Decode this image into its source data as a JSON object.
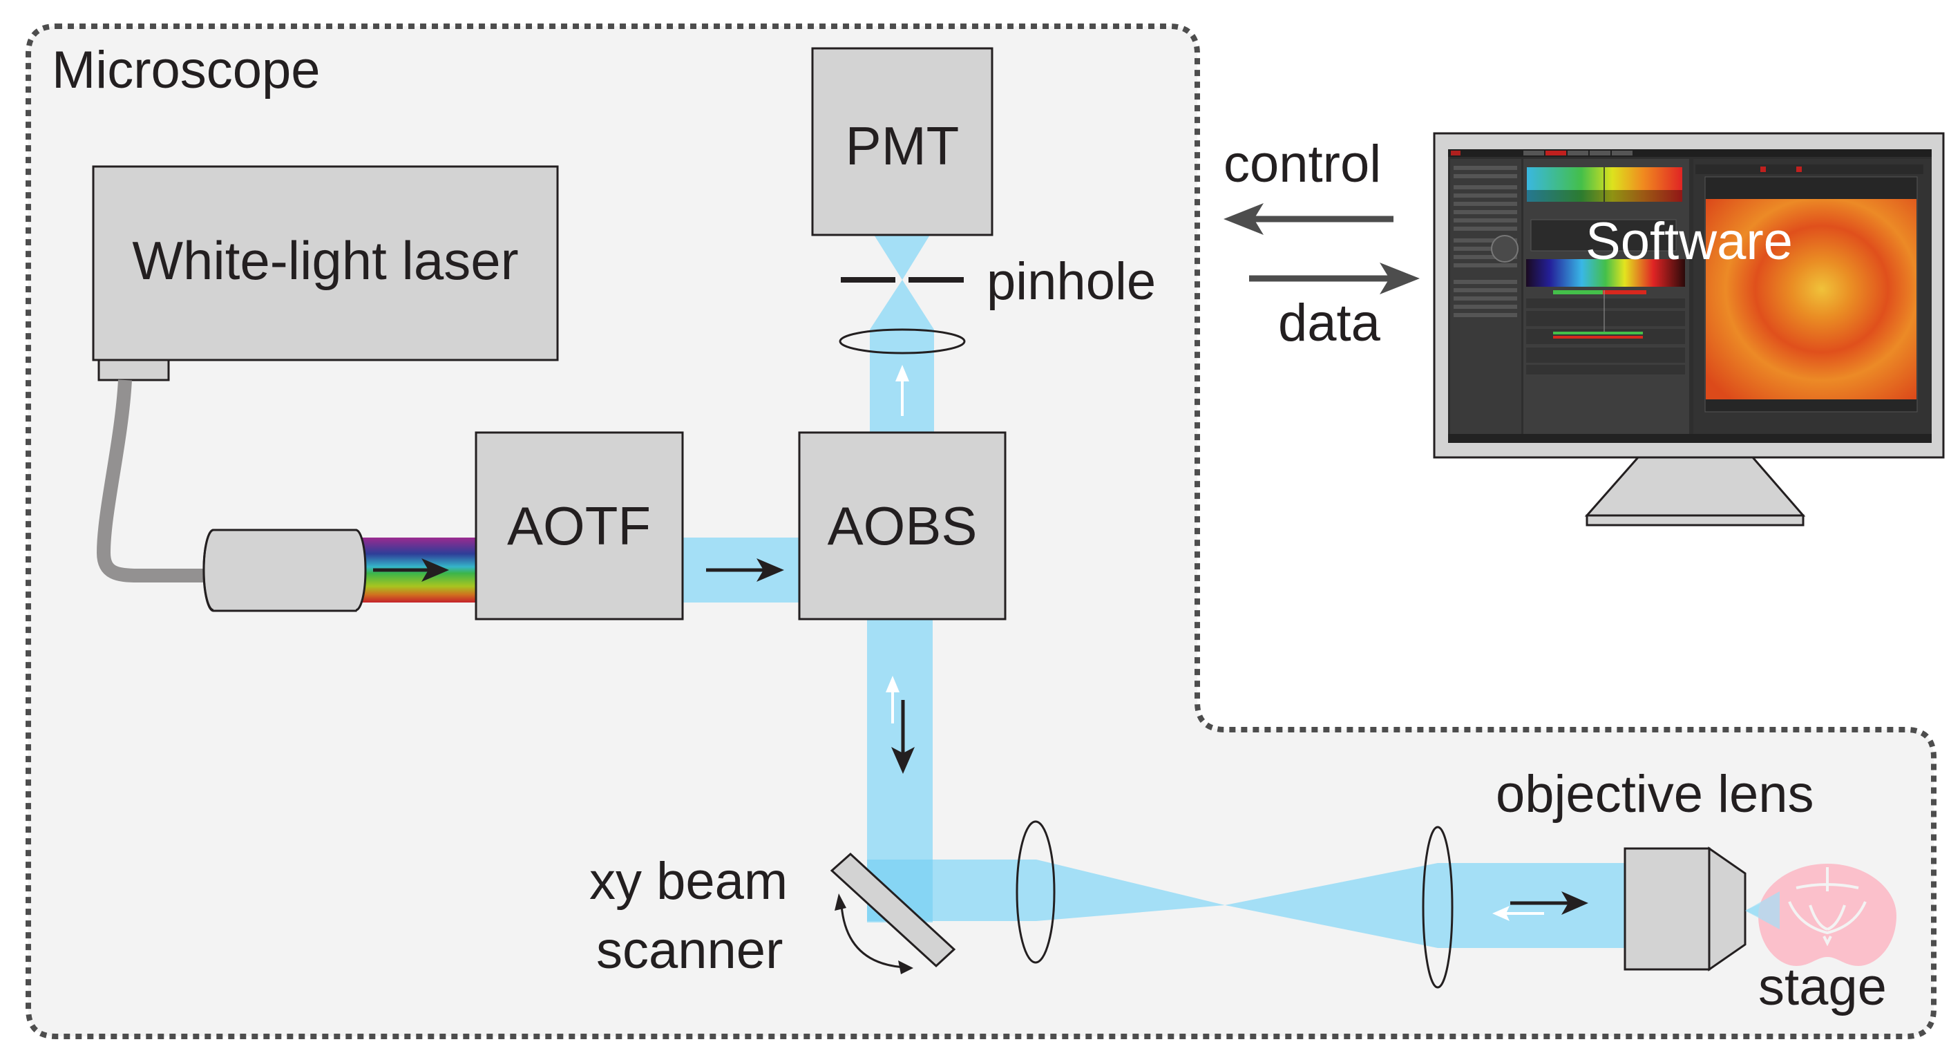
{
  "figure": {
    "region_label": "Microscope",
    "colors": {
      "region_fill": "#f3f3f3",
      "region_border": "#4d4d4d",
      "component_fill": "#d3d3d3",
      "beam": "#a4dff6",
      "fiber": "#939191",
      "sample": "#fbc0cb",
      "link_arrow": "#4d4d4d",
      "software_image": "#e9631c"
    },
    "components": {
      "laser": "White-light laser",
      "aotf": "AOTF",
      "aobs": "AOBS",
      "pmt": "PMT",
      "pinhole": "pinhole",
      "scanner_line1": "xy beam",
      "scanner_line2": "scanner",
      "objective": "objective lens",
      "stage": "stage"
    },
    "links": {
      "control": "control",
      "data": "data"
    },
    "computer": {
      "screen_label": "Software"
    }
  }
}
